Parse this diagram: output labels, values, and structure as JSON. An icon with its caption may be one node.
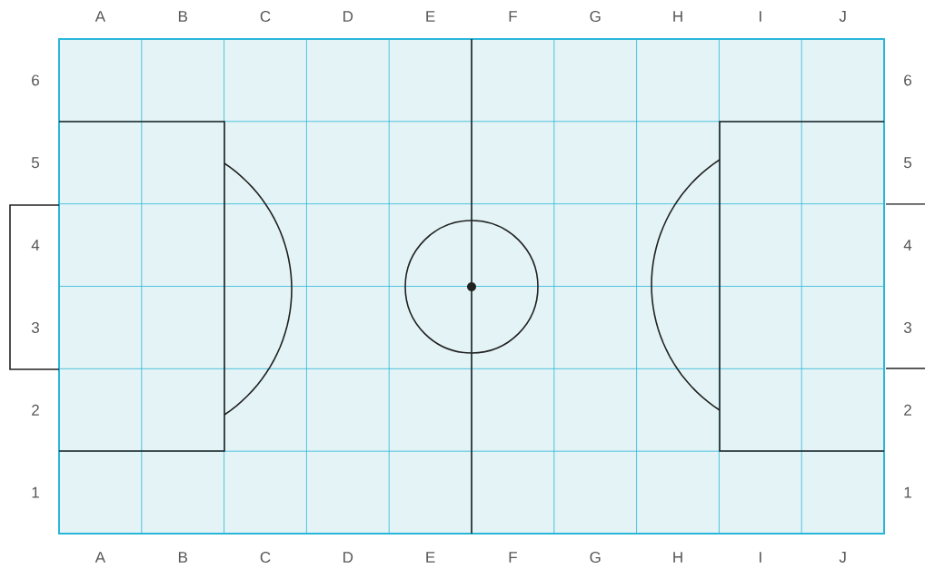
{
  "diagram": {
    "labels": [
      "A",
      "B",
      "C",
      "D",
      "E",
      "F",
      "G",
      "H",
      "I",
      "J",
      "6",
      "6",
      "5",
      "5",
      "4",
      "4",
      "3",
      "3",
      "2",
      "2",
      "1",
      "1",
      "A",
      "B",
      "C",
      "D",
      "E",
      "F",
      "G",
      "H",
      "I",
      "J"
    ]
  }
}
